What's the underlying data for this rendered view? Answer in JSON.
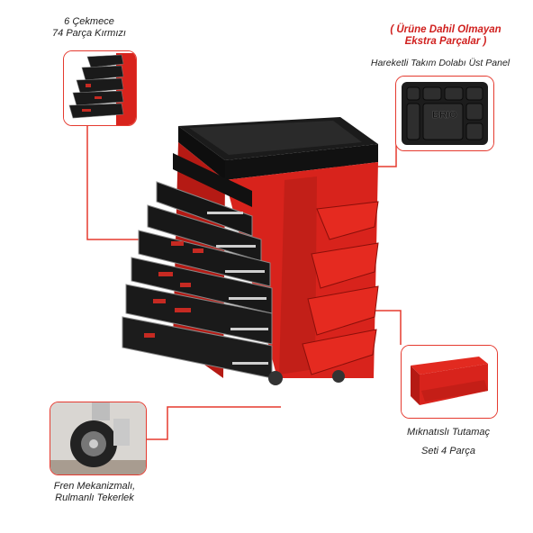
{
  "callouts": {
    "drawers": {
      "line1": "6 Çekmece",
      "line2": "74 Parça Kırmızı"
    },
    "excluded": {
      "line1": "( Ürüne Dahil Olmayan",
      "line2": "Ekstra Parçalar )"
    },
    "top_panel": {
      "label": "Hareketli Takım Dolabı Üst Panel",
      "brand": "BRIO"
    },
    "magnetic": {
      "line1": "Mıknatıslı Tutamaç",
      "line2": "Seti 4 Parça"
    },
    "wheels": {
      "line1": "Fren Mekanizmalı,",
      "line2": "Rulmanlı Tekerlek"
    }
  },
  "colors": {
    "accent": "#e53a2f",
    "cabinet_red": "#d8231c",
    "black": "#141414"
  }
}
